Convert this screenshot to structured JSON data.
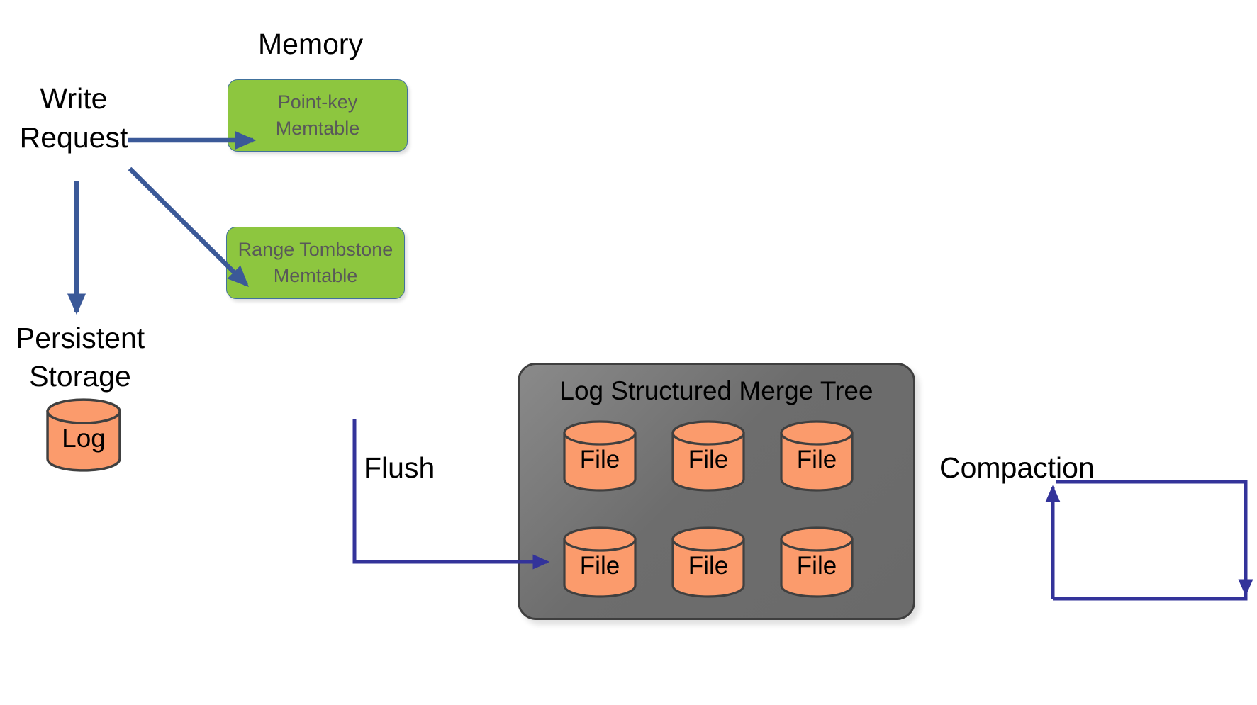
{
  "diagram": {
    "title_text": "Log Structured Merge Tree",
    "memory_label": "Memory",
    "write_request_label": "Write Request",
    "write_request_line1": "Write",
    "write_request_line2": "Request",
    "persistent_storage_line1": "Persistent",
    "persistent_storage_line2": "Storage",
    "flush_label": "Flush",
    "compaction_label": "Compaction"
  },
  "memtables": [
    {
      "id": "point-key",
      "label": "Point-key Memtable",
      "line1": "Point-key",
      "line2": "Memtable"
    },
    {
      "id": "range-tombstone",
      "label": "Range Tombstone Memtable",
      "line1": "Range Tombstone",
      "line2": "Memtable"
    }
  ],
  "persistent_storage": {
    "cylinder_label": "Log"
  },
  "lsm": {
    "title": "Log Structured Merge Tree",
    "files": [
      {
        "label": "File"
      },
      {
        "label": "File"
      },
      {
        "label": "File"
      },
      {
        "label": "File"
      },
      {
        "label": "File"
      },
      {
        "label": "File"
      }
    ]
  },
  "arrows": [
    {
      "name": "write-to-point-key-memtable",
      "kind": "straight"
    },
    {
      "name": "write-to-range-tombstone-memtable",
      "kind": "diagonal"
    },
    {
      "name": "write-to-persistent-storage",
      "kind": "vertical"
    },
    {
      "name": "flush-arrow",
      "kind": "elbow"
    },
    {
      "name": "compaction-arrow",
      "kind": "loop"
    }
  ],
  "colors": {
    "memtable_fill": "#8DC63F",
    "memtable_border": "#41719C",
    "memtable_text": "#595959",
    "cylinder_fill": "#FB9B6C",
    "cylinder_border": "#404040",
    "lsm_fill": "#6D6D6D",
    "lsm_border": "#3F3F3F",
    "arrow_blue": "#3B5998",
    "loop_arrow_blue": "#33339A",
    "text_black": "#000000",
    "background": "#FFFFFF"
  }
}
